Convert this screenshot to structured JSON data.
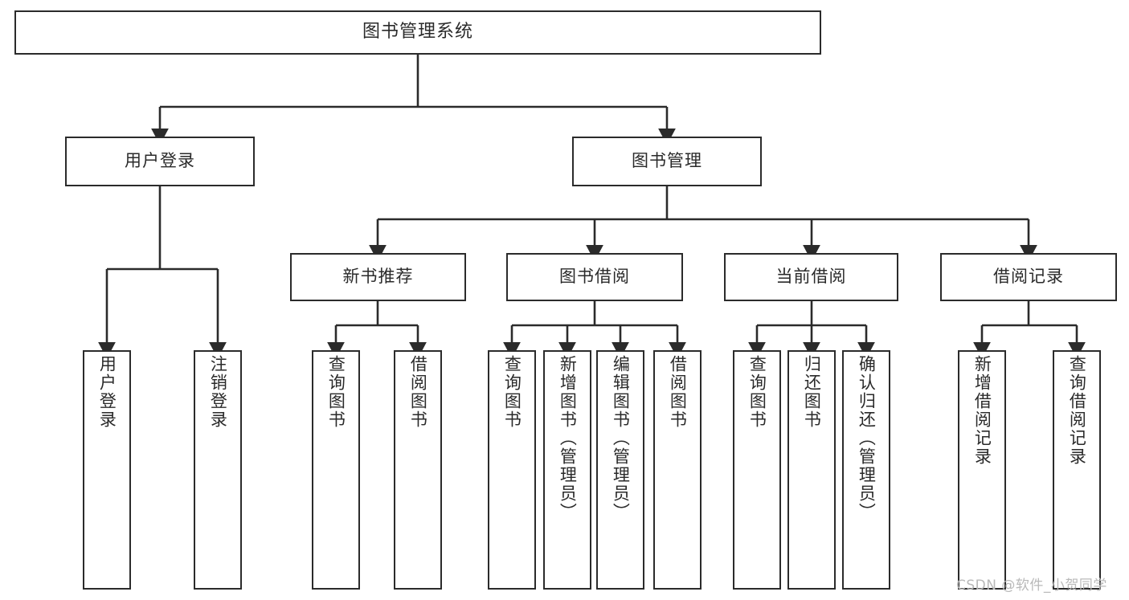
{
  "diagram": {
    "title": "图书管理系统",
    "type": "tree-hierarchy-chart",
    "colors": {
      "border": "#2b2b2b",
      "text": "#2a2a2a",
      "background": "#ffffff",
      "watermark": "#b9b9b9"
    }
  },
  "nodes": {
    "root": {
      "label": "图书管理系统"
    },
    "level2": [
      {
        "label": "用户登录"
      },
      {
        "label": "图书管理"
      }
    ],
    "level3": [
      {
        "label": "新书推荐"
      },
      {
        "label": "图书借阅"
      },
      {
        "label": "当前借阅"
      },
      {
        "label": "借阅记录"
      }
    ],
    "leaves": {
      "user_login": [
        {
          "label": "用户登录"
        },
        {
          "label": "注销登录"
        }
      ],
      "new_book_recommend": [
        {
          "label": "查询图书"
        },
        {
          "label": "借阅图书"
        }
      ],
      "book_borrow": [
        {
          "label": "查询图书"
        },
        {
          "label": "新增图书（管理员）"
        },
        {
          "label": "编辑图书（管理员）"
        },
        {
          "label": "借阅图书"
        }
      ],
      "current_borrow": [
        {
          "label": "查询图书"
        },
        {
          "label": "归还图书"
        },
        {
          "label": "确认归还（管理员）"
        }
      ],
      "borrow_record": [
        {
          "label": "新增借阅记录"
        },
        {
          "label": "查询借阅记录"
        }
      ]
    }
  },
  "watermark": {
    "text": "CSDN @软件_小贺同学"
  }
}
